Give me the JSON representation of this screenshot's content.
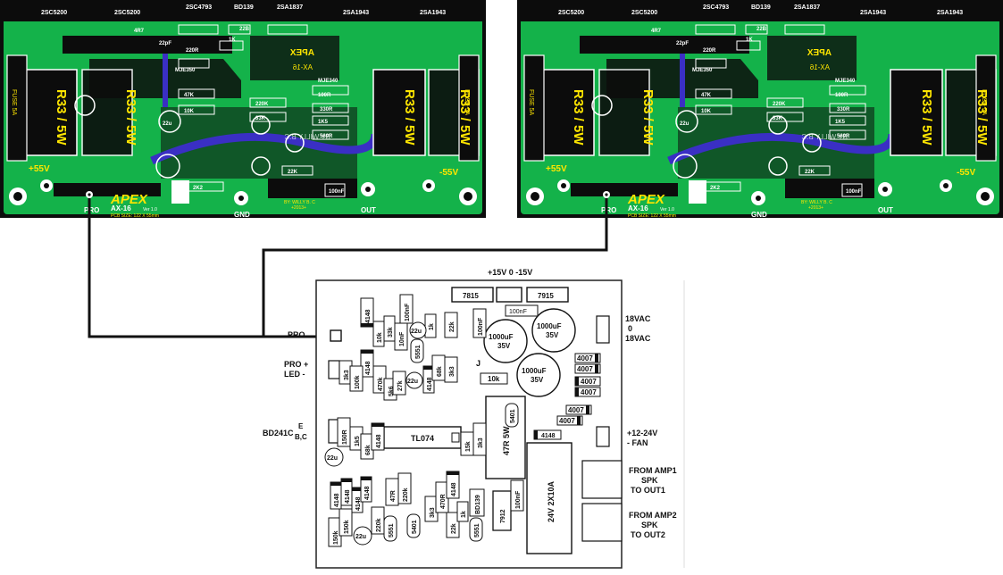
{
  "amp1": {
    "transistors_top": [
      "2SC5200",
      "2SC5200",
      "2SC4793",
      "BD139",
      "2SA1837",
      "2SA1943",
      "2SA1943"
    ],
    "brand": "APEX",
    "model": "AX-16",
    "version": "Ver 1.0",
    "pcb_size": "PCB SIZE: 122 X 55mm",
    "resistor_left": "R33 / 5W",
    "resistor_right": "R33 / 5W",
    "fuse_label": "FUSE 5A",
    "rail_pos": "+55V",
    "rail_neg": "-55V",
    "pro": "PRO",
    "gnd": "GND",
    "out": "OUT",
    "designer": "BY: WILLY B. C",
    "year": "+2013+",
    "designer_mirror": "BY WILLY B.C",
    "parts": [
      "4R7",
      "22pF",
      "220R",
      "1K",
      "22B",
      "MJE350",
      "MJE340",
      "47K",
      "220K",
      "330R",
      "560R",
      "100nF",
      "33K",
      "22K",
      "2K2",
      "10K",
      "1K5",
      "22u",
      "100R"
    ]
  },
  "amp2": {
    "transistors_top": [
      "2SC5200",
      "2SC5200",
      "2SC4793",
      "BD139",
      "2SA1837",
      "2SA1943",
      "2SA1943"
    ],
    "brand": "APEX",
    "model": "AX-16",
    "version": "Ver 1.0",
    "pcb_size": "PCB SIZE: 122 X 55mm",
    "resistor_left": "R33 / 5W",
    "resistor_right": "R33 / 5W",
    "fuse_label": "FUSE 5A",
    "rail_pos": "+55V",
    "rail_neg": "-55V",
    "pro": "PRO",
    "gnd": "GND",
    "out": "OUT",
    "designer": "BY: WILLY B. C",
    "year": "+2013+",
    "designer_mirror": "BY WILLY B.C",
    "parts": [
      "4R7",
      "22pF",
      "220R",
      "1K",
      "22B",
      "MJE350",
      "MJE340",
      "47K",
      "220K",
      "330R",
      "560R",
      "100nF",
      "33K",
      "22K",
      "2K2",
      "10K",
      "1K5",
      "22u",
      "100R"
    ]
  },
  "protect": {
    "supply_label": "+15V 0 -15V",
    "reg_pos": "7815",
    "reg_neg": "7915",
    "reg_neg2": "7912",
    "cap_100nf": "100nF",
    "cap_1000": "1000uF",
    "cap_35v": "35V",
    "cap_22u": "22u",
    "diode_4007": "4007",
    "diode_4148": "4148",
    "ic": "TL074",
    "res_47r": "47R 5W",
    "relay": "24V 2X10A",
    "jumper": "J",
    "r10k": "10k",
    "r33k": "33k",
    "r1k": "1k",
    "r22k": "22k",
    "r3k3": "3k3",
    "r100k": "100k",
    "r470k": "470k",
    "r27k": "27k",
    "r5k6": "5k6",
    "r68k": "68k",
    "r150r": "150R",
    "r1k5": "1k5",
    "r15k": "15k",
    "r47r": "47R",
    "r220k": "220k",
    "r470r": "470R",
    "r150k": "150k",
    "q5551": "5551",
    "q5401": "5401",
    "qbd139": "BD139",
    "cap10nf": "10nF",
    "pro_label": "PRO",
    "pro_led_1": "PRO +",
    "pro_led_2": "LED  -",
    "bd241c": "BD241C",
    "e": "E",
    "bc": "B,C",
    "vac_1": "18VAC",
    "vac_2": "0",
    "vac_3": "18VAC",
    "fan_1": "+12-24V",
    "fan_2": "- FAN",
    "from1_1": "FROM AMP1",
    "from1_2": "SPK",
    "from1_3": "TO OUT1",
    "from2_1": "FROM AMP2",
    "from2_2": "SPK",
    "from2_3": "TO OUT2"
  },
  "colors": {
    "pcb_bg": "#0c0c0c",
    "copper": "#14b24a",
    "trace_blue": "#3a2fc4",
    "silk": "#ffe600",
    "pad": "#ffffff"
  }
}
